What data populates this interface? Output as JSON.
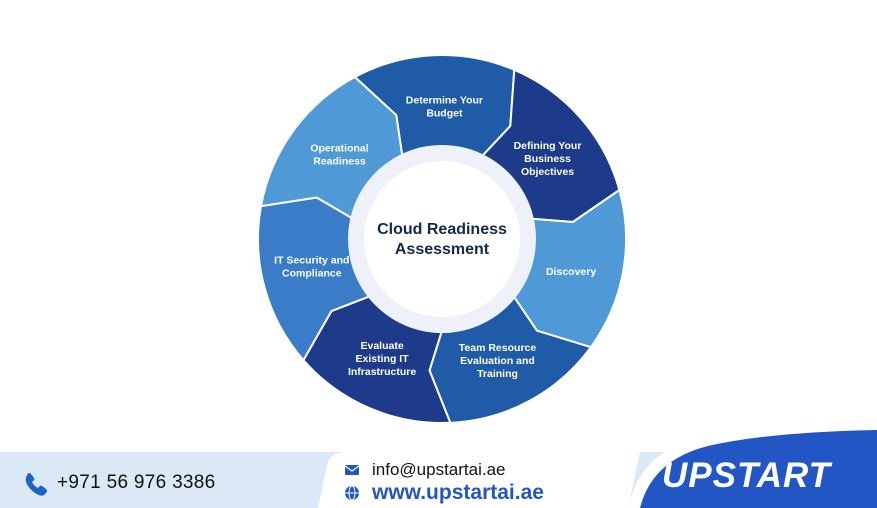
{
  "diagram": {
    "center": {
      "line1": "Cloud Readiness",
      "line2": "Assessment"
    },
    "segments": [
      {
        "key": "determine-budget",
        "lines": [
          "Determine Your",
          "Budget"
        ],
        "color": "#1f5ba6"
      },
      {
        "key": "defining-objectives",
        "lines": [
          "Defining Your",
          "Business",
          "Objectives"
        ],
        "color": "#1e3a8a"
      },
      {
        "key": "discovery",
        "lines": [
          "Discovery"
        ],
        "color": "#4f9ad6"
      },
      {
        "key": "team-resource",
        "lines": [
          "Team Resource",
          "Evaluation and",
          "Training"
        ],
        "color": "#1f5ba6"
      },
      {
        "key": "evaluate-infrastructure",
        "lines": [
          "Evaluate",
          "Existing IT",
          "Infrastructure"
        ],
        "color": "#1e3a8a"
      },
      {
        "key": "it-security",
        "lines": [
          "IT Security and",
          "Compliance"
        ],
        "color": "#3a7cc7"
      },
      {
        "key": "operational-readiness",
        "lines": [
          "Operational",
          "Readiness"
        ],
        "color": "#4f9ad6"
      }
    ]
  },
  "footer": {
    "phone": "+971 56 976 3386",
    "email": "info@upstartai.ae",
    "website": "www.upstartai.ae",
    "logo": "UPSTART",
    "colors": {
      "bar": "#dbe8f5",
      "brand": "#2156c4",
      "phone_icon": "#1e63c8"
    },
    "icons": [
      "phone-icon",
      "mail-icon",
      "globe-icon"
    ]
  }
}
